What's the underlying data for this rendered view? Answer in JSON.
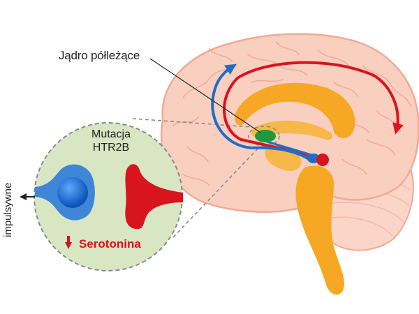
{
  "labels": {
    "nucleus": "Jądro półleżące",
    "mutation_line1": "Mutacja",
    "mutation_line2": "HTR2B",
    "serotonin": "Serotonina",
    "impulsive": "impulsywne"
  },
  "colors": {
    "cortex_fill": "#f9cfbf",
    "cortex_stroke": "#f2a996",
    "deep_structure": "#f6a825",
    "pathway_red": "#d8141f",
    "pathway_blue": "#1f6fc4",
    "nucleus_green": "#1f9a3b",
    "inset_fill": "#d8e6c3",
    "inset_border": "#8a8a8a",
    "neuron_blue": "#3f86d8",
    "neuron_red": "#d8141f"
  },
  "icons": {
    "decrease_arrow": "arrow-down-icon",
    "output_arrow": "arrow-left-icon"
  }
}
